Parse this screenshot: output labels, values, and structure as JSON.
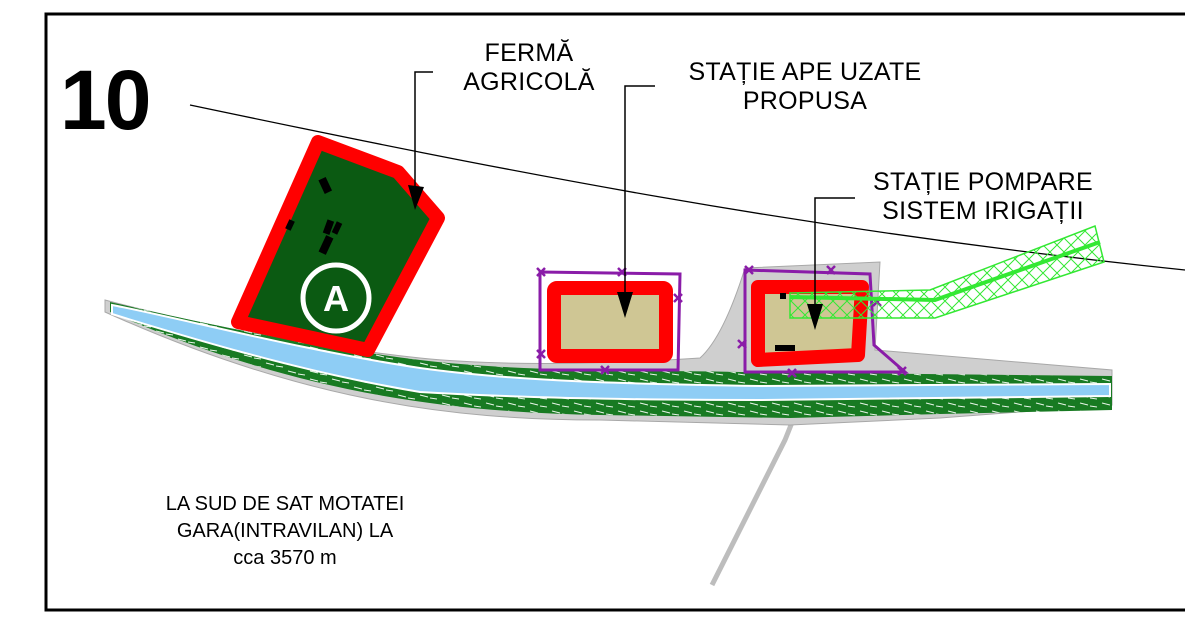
{
  "map_number": "10",
  "labels": {
    "farm": [
      "FERMĂ",
      "AGRICOLĂ"
    ],
    "wastewater": [
      "STAȚIE APE UZATE",
      "PROPUSA"
    ],
    "pumping": [
      "STAȚIE POMPARE",
      "SISTEM IRIGAȚII"
    ]
  },
  "marker": {
    "letter": "A"
  },
  "note": [
    "LA SUD DE SAT MOTATEI",
    "GARA(INTRAVILAN) LA",
    "cca 3570 m"
  ],
  "colors": {
    "boundary": "#ff0000",
    "farm_fill": "#0b5a12",
    "facility_fill": "#cfc694",
    "fence": "#8a1ca8",
    "river": "#8ecdf5",
    "vegetation": "#187a22",
    "road": "#c7c7c7",
    "irrigation": "#33e833"
  }
}
